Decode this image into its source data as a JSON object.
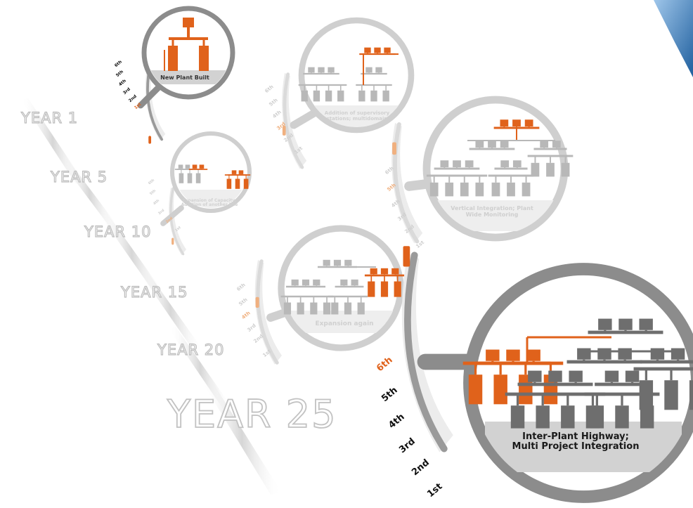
{
  "years": [
    "YEAR 1",
    "YEAR 5",
    "YEAR 10",
    "YEAR 15",
    "YEAR 20",
    "YEAR 25"
  ],
  "ordinals": [
    "1st",
    "2nd",
    "3rd",
    "4th",
    "5th",
    "6th"
  ],
  "stages": [
    {
      "caption": "New Plant Built",
      "active_level": "1st"
    },
    {
      "caption": "Expansion of Capacity; Addition of another line",
      "active_level": "2nd"
    },
    {
      "caption": "Addition of supervisory stations; multidomain",
      "active_level": "3rd"
    },
    {
      "caption": "Expansion again",
      "active_level": "4th"
    },
    {
      "caption": "Vertical Integration; Plant Wide Monitoring",
      "active_level": "5th"
    },
    {
      "caption": "Inter-Plant Highway; Multi Project Integration",
      "active_level": "6th"
    }
  ],
  "colors": {
    "accent": "#e0621b",
    "accent_faded": "#f0b07f",
    "ring_dark": "#8c8c8c",
    "ring_light": "#cfcfcf",
    "node_dark": "#6e6e6e",
    "node_light": "#b8b8b8",
    "year_outline": "#bdbdbd",
    "corner_blue": "#2a73b8"
  }
}
